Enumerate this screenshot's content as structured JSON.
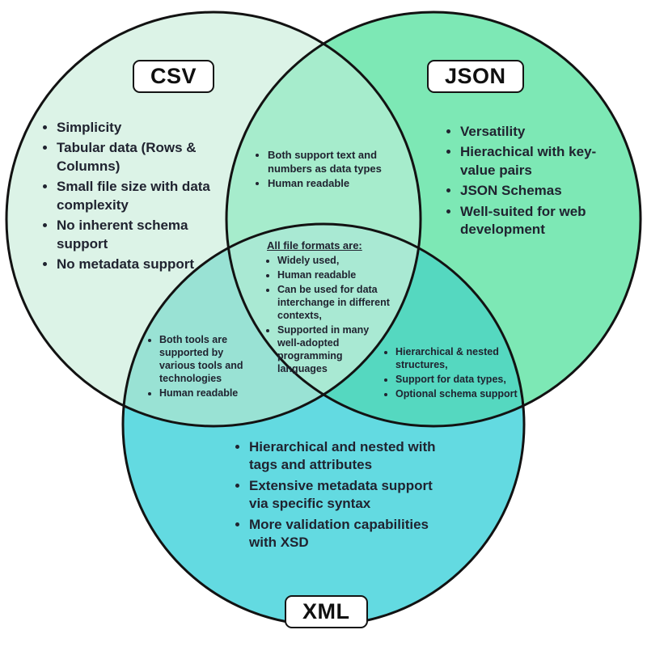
{
  "diagram": {
    "type": "venn",
    "colors": {
      "background": "#ffffff",
      "outline": "#121212",
      "text": "#202330",
      "csv_fill": "#dcf3e7",
      "json_fill": "#7de8b5",
      "xml_fill": "#63dae1",
      "csv_json_fill": "#a6eccc",
      "csv_xml_fill": "#99e2d4",
      "json_xml_fill": "#55d8c0",
      "center_fill": "#a9e9d3"
    },
    "sets": {
      "csv": {
        "label": "CSV",
        "items": [
          "Simplicity",
          "Tabular data (Rows & Columns)",
          "Small file size with data complexity",
          "No inherent schema support",
          "No metadata support"
        ]
      },
      "json": {
        "label": "JSON",
        "items": [
          "Versatility",
          "Hierachical with key-value pairs",
          "JSON Schemas",
          "Well-suited for web development"
        ]
      },
      "xml": {
        "label": "XML",
        "items": [
          "Hierarchical and nested with tags and attributes",
          "Extensive metadata support via specific syntax",
          "More validation capabilities with XSD"
        ]
      }
    },
    "overlaps": {
      "csv_json": {
        "items": [
          "Both support text and numbers as data types",
          "Human readable"
        ]
      },
      "csv_xml": {
        "items": [
          "Both tools are supported by various tools and technologies",
          "Human readable"
        ]
      },
      "json_xml": {
        "items": [
          "Hierarchical & nested structures,",
          "Support for data types,",
          "Optional schema support"
        ]
      },
      "center": {
        "title": "All file formats are:",
        "items": [
          "Widely used,",
          "Human readable",
          "Can be used for data interchange in different contexts,",
          "Supported in many well-adopted programming languages"
        ]
      }
    }
  }
}
